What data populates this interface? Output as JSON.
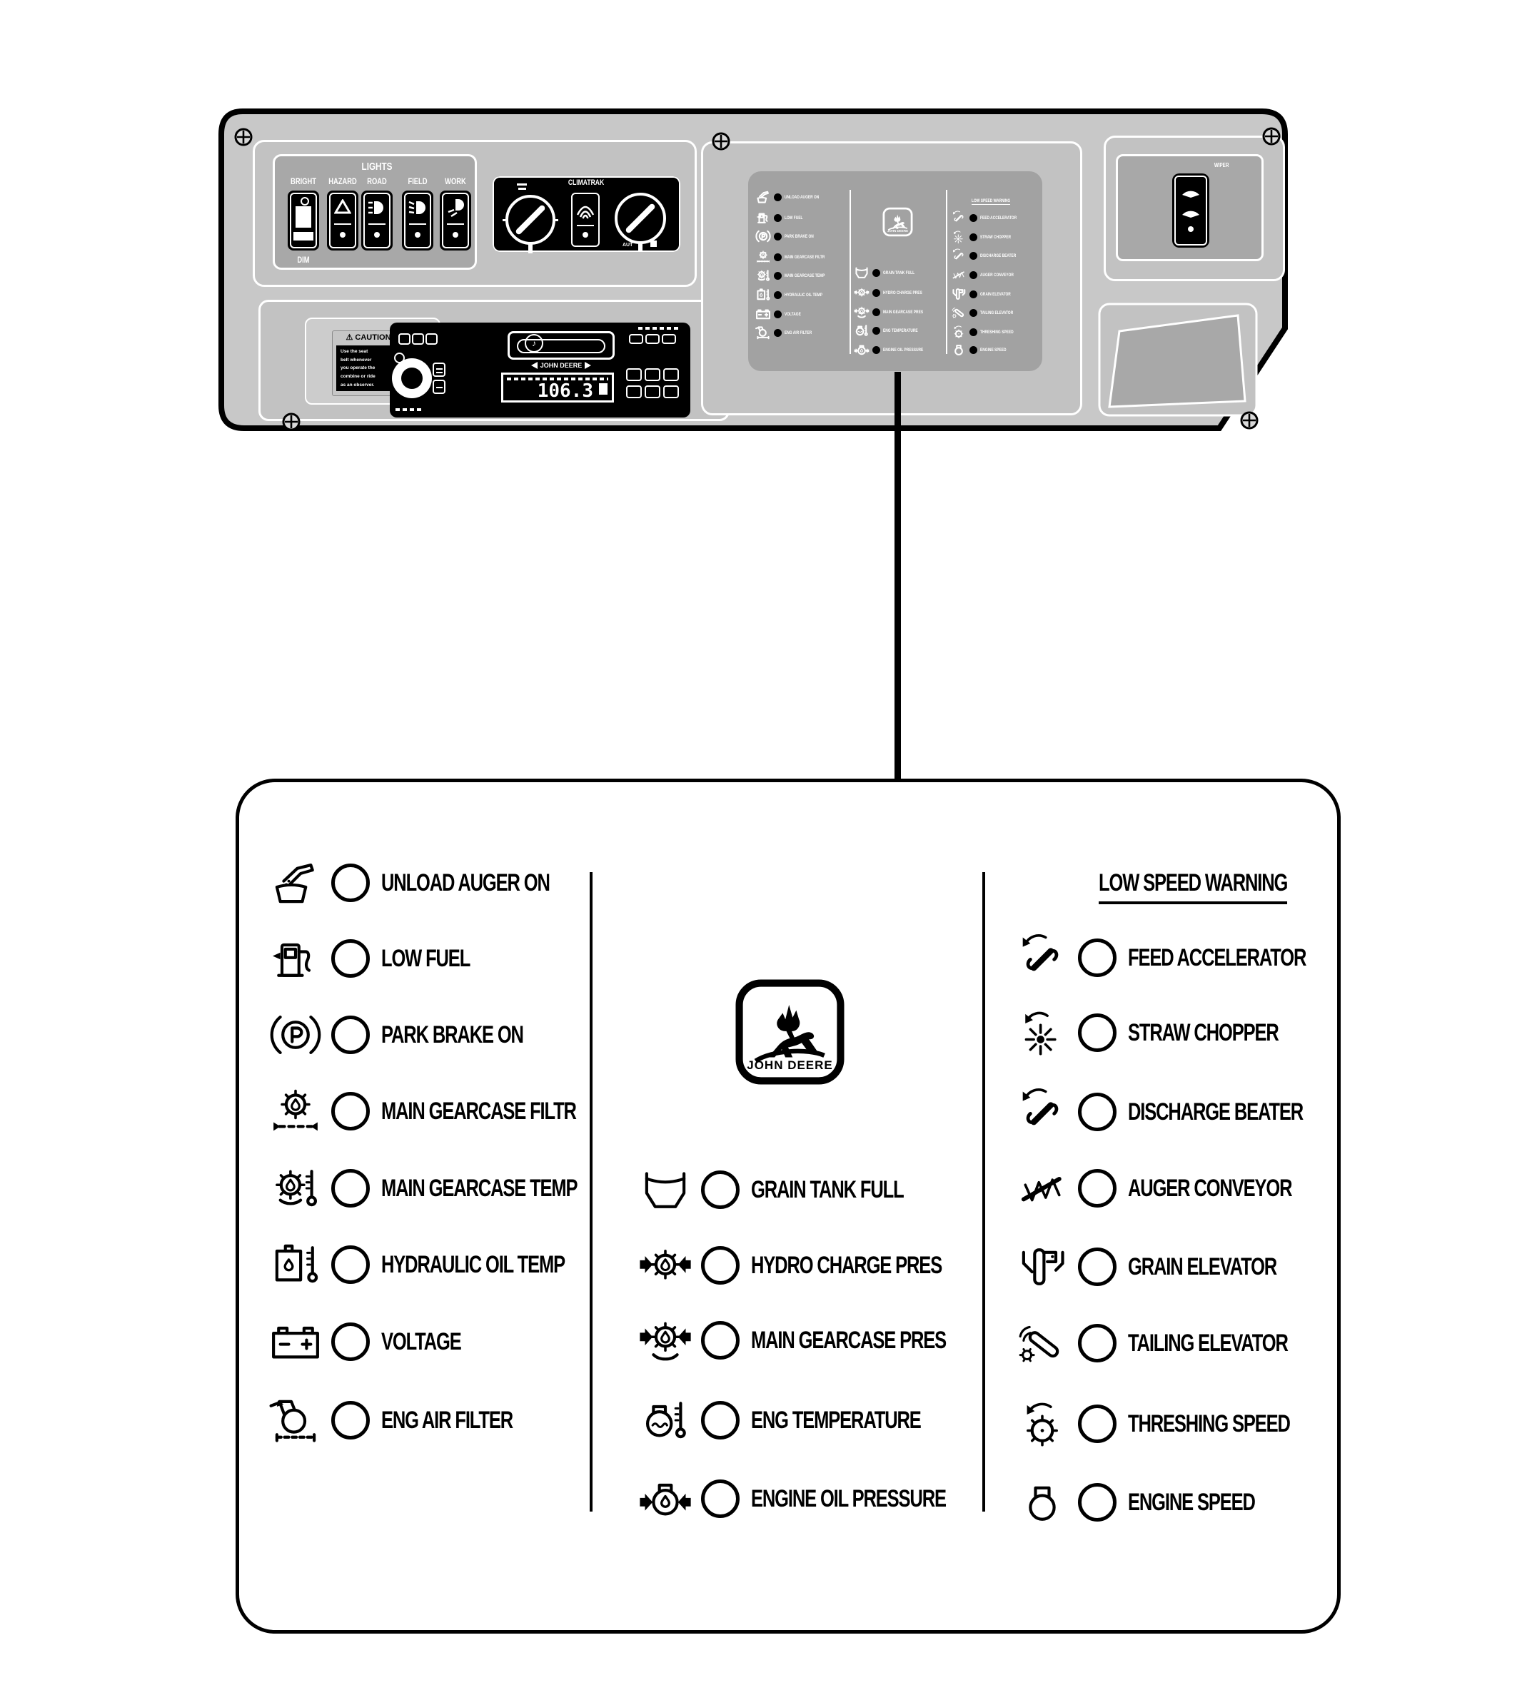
{
  "console": {
    "lights": {
      "title": "LIGHTS",
      "dim": "DIM",
      "switch_labels": [
        "BRIGHT",
        "HAZARD",
        "ROAD",
        "FIELD",
        "WORK"
      ]
    },
    "climate": {
      "title": "CLIMATRAK",
      "auto_label": "AUT"
    },
    "wiper": {
      "label": "WIPER"
    },
    "caution": {
      "icon_glyph": "⚠",
      "title": "CAUTION",
      "lines": [
        "Use the seat",
        "belt whenever",
        "you operate the",
        "combine or ride",
        "as an observer."
      ]
    },
    "radio": {
      "brand": "JOHN DEERE",
      "frequency": "106.3"
    }
  },
  "warning_panel": {
    "logo_text": "JOHN DEERE",
    "left_items": [
      {
        "icon": "unload-auger-icon",
        "label": "UNLOAD AUGER ON"
      },
      {
        "icon": "fuel-pump-icon",
        "label": "LOW FUEL"
      },
      {
        "icon": "park-brake-icon",
        "label": "PARK BRAKE ON"
      },
      {
        "icon": "main-gearcase-filter-icon",
        "label": "MAIN GEARCASE FILTR"
      },
      {
        "icon": "main-gearcase-temp-icon",
        "label": "MAIN GEARCASE TEMP"
      },
      {
        "icon": "hydraulic-oil-temp-icon",
        "label": "HYDRAULIC OIL TEMP"
      },
      {
        "icon": "battery-icon",
        "label": "VOLTAGE"
      },
      {
        "icon": "engine-air-filter-icon",
        "label": "ENG AIR FILTER"
      }
    ],
    "middle_items": [
      {
        "icon": "grain-tank-icon",
        "label": "GRAIN TANK FULL"
      },
      {
        "icon": "hydro-charge-pressure-icon",
        "label": "HYDRO CHARGE PRES"
      },
      {
        "icon": "main-gearcase-pressure-icon",
        "label": "MAIN GEARCASE PRES"
      },
      {
        "icon": "engine-temperature-icon",
        "label": "ENG TEMPERATURE"
      },
      {
        "icon": "engine-oil-pressure-icon",
        "label": "ENGINE OIL PRESSURE"
      }
    ],
    "right_header": "LOW SPEED WARNING",
    "right_items": [
      {
        "icon": "feed-accelerator-icon",
        "label": "FEED ACCELERATOR"
      },
      {
        "icon": "straw-chopper-icon",
        "label": "STRAW CHOPPER"
      },
      {
        "icon": "discharge-beater-icon",
        "label": "DISCHARGE BEATER"
      },
      {
        "icon": "auger-conveyor-icon",
        "label": "AUGER CONVEYOR"
      },
      {
        "icon": "grain-elevator-icon",
        "label": "GRAIN ELEVATOR"
      },
      {
        "icon": "tailing-elevator-icon",
        "label": "TAILING ELEVATOR"
      },
      {
        "icon": "threshing-speed-icon",
        "label": "THRESHING SPEED"
      },
      {
        "icon": "engine-speed-icon",
        "label": "ENGINE SPEED"
      }
    ]
  }
}
